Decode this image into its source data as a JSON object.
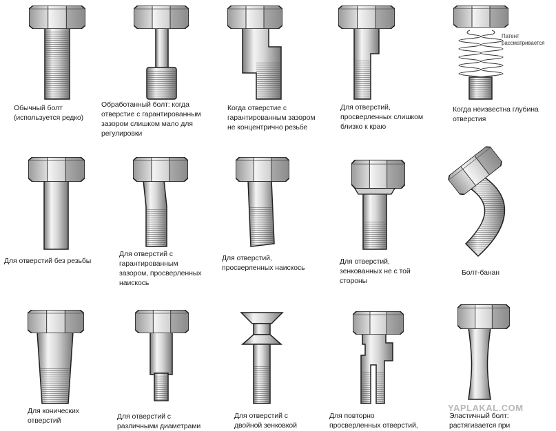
{
  "colors": {
    "ink": "#1f1f1f",
    "metal_light": "#f1f1f1",
    "metal_mid": "#c9c9c9",
    "metal_dark": "#8c8c8c",
    "thread": "#9a9a9a",
    "watermark": "#b8b8b8"
  },
  "bolts": [
    {
      "id": "b1",
      "lines": [
        "Обычный болт",
        "(используется редко)"
      ]
    },
    {
      "id": "b2",
      "lines": [
        "Обработанный болт: когда",
        "отверстие с гарантированным",
        "зазором слишком мало для",
        "регулировки"
      ]
    },
    {
      "id": "b3",
      "lines": [
        "Когда отверстие с",
        "гарантированным зазором",
        "не концентрично резьбе"
      ]
    },
    {
      "id": "b4",
      "lines": [
        "Для отверстий,",
        "просверленных слишком",
        "близко к краю"
      ]
    },
    {
      "id": "b5",
      "lines": [
        "Когда неизвестна глубина",
        "отверстия"
      ],
      "note_lines": [
        "Патент",
        "рассматривается"
      ]
    },
    {
      "id": "b6",
      "lines": [
        "Для отверстий без резьбы"
      ]
    },
    {
      "id": "b7",
      "lines": [
        "Для отверстий с",
        "гарантированным",
        "зазором, просверленных",
        "наискось"
      ]
    },
    {
      "id": "b8",
      "lines": [
        "Для отверстий,",
        "просверленных наискось"
      ]
    },
    {
      "id": "b9",
      "lines": [
        "Для отверстий,",
        "зенкованных не с той",
        "стороны"
      ]
    },
    {
      "id": "b10",
      "lines": [
        "Болт-банан"
      ]
    },
    {
      "id": "b11",
      "lines": [
        "Для конических",
        "отверстий"
      ]
    },
    {
      "id": "b12",
      "lines": [
        "Для отверстий с",
        "различными диаметрами"
      ]
    },
    {
      "id": "b13",
      "lines": [
        "Для отверстий с",
        "двойной зенковкой"
      ]
    },
    {
      "id": "b14",
      "lines": [
        "Для повторно",
        "просверленных отверстий,"
      ]
    },
    {
      "id": "b15",
      "lines": [
        "Эластичный болт:",
        "растягивается при"
      ]
    }
  ],
  "watermark": "YAPLAKAL.COM"
}
